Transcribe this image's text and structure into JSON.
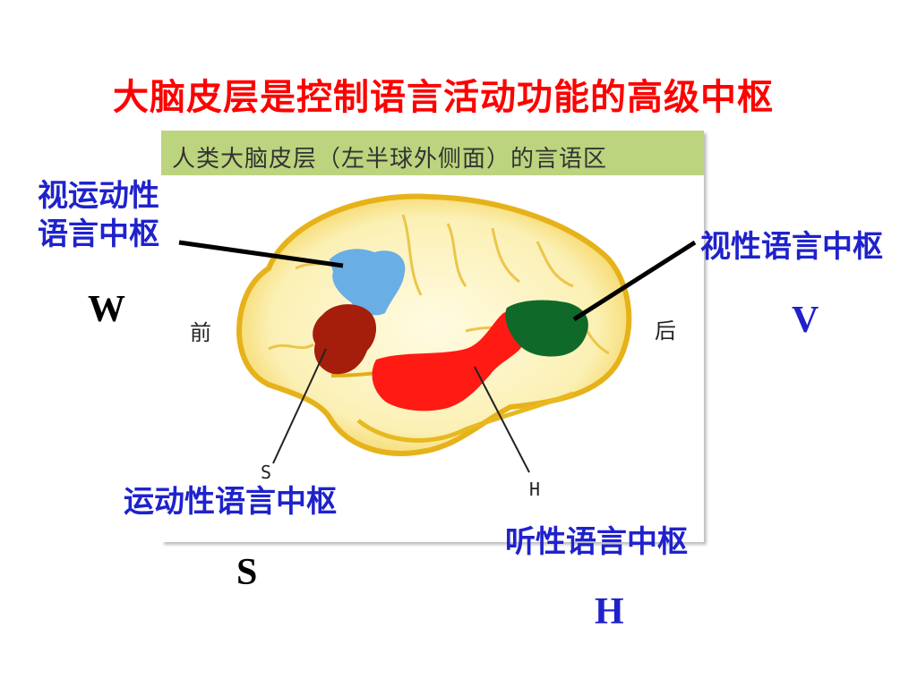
{
  "title": "大脑皮层是控制语言活动功能的高级中枢",
  "figure": {
    "caption": "人类大脑皮层（左半球外侧面）的言语区",
    "front_label": "前",
    "back_label": "后",
    "marker_s": "S",
    "marker_h": "H"
  },
  "areas": {
    "motor_writing": {
      "label_line1": "视运动性",
      "label_line2": "语言中枢",
      "letter": "W",
      "color": "#6aaee6"
    },
    "visual": {
      "label": "视性语言中枢",
      "letter": "V",
      "color": "#0f6a2a"
    },
    "motor_speech": {
      "label": "运动性语言中枢",
      "letter": "S",
      "color": "#a51e0c"
    },
    "auditory": {
      "label": "听性语言中枢",
      "letter": "H",
      "color": "#ff1a14"
    }
  },
  "colors": {
    "title": "#ff0000",
    "label_blue": "#1f22cc",
    "figure_header": "#bcd47e",
    "cortex_fill": "#fbf0b4",
    "cortex_edge": "#f0c020"
  }
}
